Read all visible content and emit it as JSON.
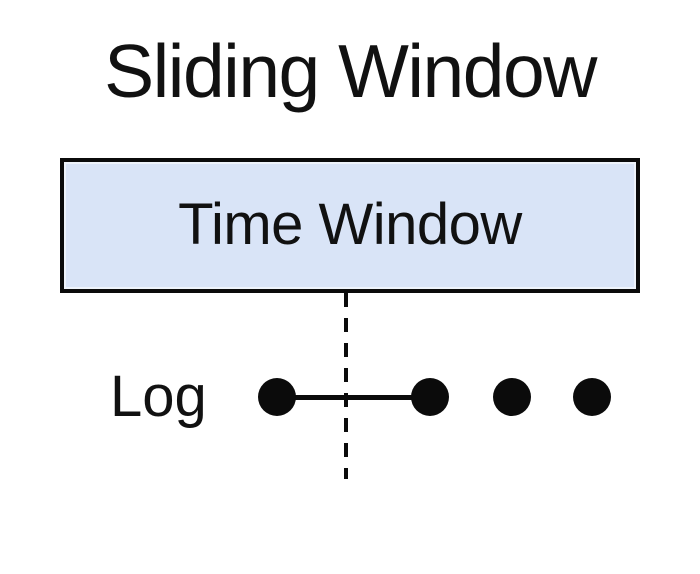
{
  "diagram": {
    "title": "Sliding Window",
    "time_window": {
      "label": "Time Window",
      "fill": "#d9e4f7",
      "border_color": "#0b0b0b"
    },
    "log": {
      "label": "Log",
      "dot_count": 4,
      "connected_dots": [
        1,
        2
      ]
    },
    "colors": {
      "background": "#ffffff",
      "text": "#111111",
      "line": "#0b0b0b"
    }
  }
}
